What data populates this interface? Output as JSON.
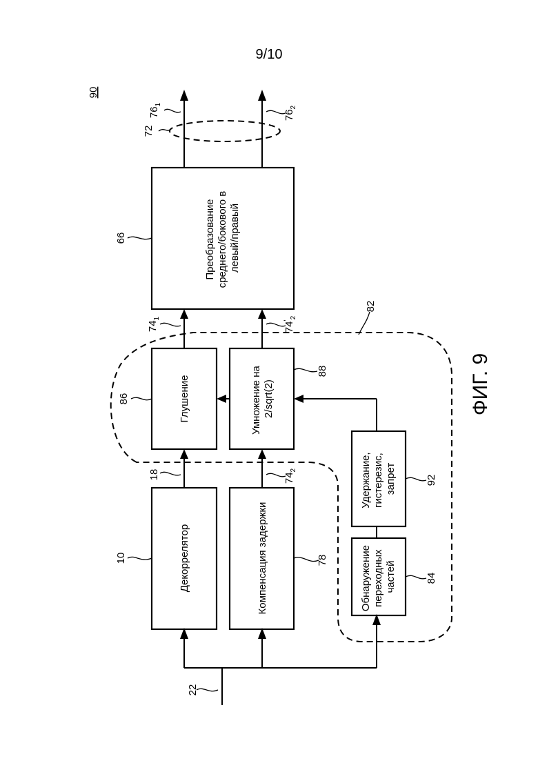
{
  "page_number": "9/10",
  "figure_label": "ФИГ. 9",
  "blocks": {
    "decorrelator": {
      "ref": "10",
      "lines": [
        "Декоррелятор"
      ]
    },
    "delay_compensation": {
      "ref": "78",
      "lines": [
        "Компенсация задержки"
      ]
    },
    "transient_detection": {
      "ref": "84",
      "lines": [
        "Обнаружение",
        "переходных",
        "частей"
      ]
    },
    "hold": {
      "ref": "92",
      "lines": [
        "Удержание,",
        "гистерезис,",
        "запрет"
      ]
    },
    "muting": {
      "ref": "86",
      "lines": [
        "Глушение"
      ]
    },
    "multiply": {
      "ref": "88",
      "lines": [
        "Умножение на",
        "2/sqrt(2)"
      ]
    },
    "ms_to_lr": {
      "ref": "66",
      "lines": [
        "Преобразование",
        "среднего/бокового в",
        "левый/правый"
      ]
    }
  },
  "references": {
    "device": "90",
    "input": "22",
    "decorrelator_out": "18",
    "delay_out": "74",
    "delay_out_sub": "2",
    "mid_signal": "74",
    "mid_signal_sub": "1",
    "side_signal": "74",
    "side_signal_sub": "2",
    "side_signal_prime": "'",
    "dashed_group": "82",
    "output_pair": "72",
    "output_left": "76",
    "output_left_sub": "1",
    "output_right": "76",
    "output_right_sub": "2"
  }
}
